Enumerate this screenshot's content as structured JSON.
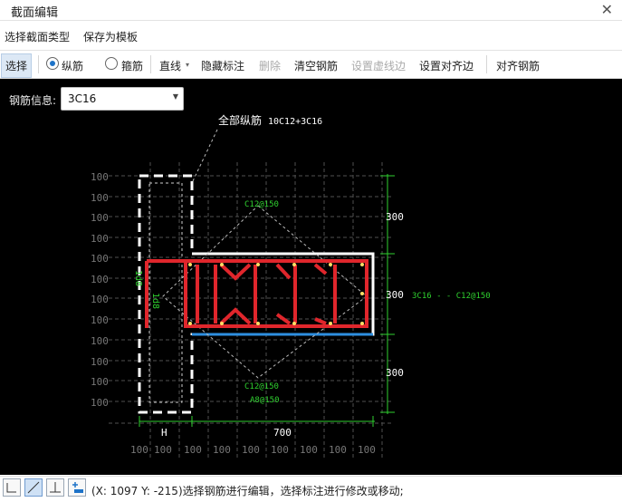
{
  "window": {
    "title": "截面编辑",
    "close_glyph": "✕"
  },
  "menu": {
    "select_section_type": "选择截面类型",
    "save_as_template": "保存为模板"
  },
  "toolbar": {
    "select": "选择",
    "radio_longitudinal": "纵筋",
    "radio_stirrup": "箍筋",
    "line_mode": "直线",
    "hide_annotation": "隐藏标注",
    "delete": "删除",
    "clear_rebar": "清空钢筋",
    "set_dashed_edge": "设置虚线边",
    "set_align_edge": "设置对齐边",
    "align_rebar": "对齐钢筋",
    "selected_radio": "纵筋"
  },
  "rebar_info": {
    "label": "钢筋信息:",
    "value": "3C16"
  },
  "drawing": {
    "all_longitudinal_label": "全部纵筋",
    "all_longitudinal_value": "10C12+3C16",
    "grid_label": "100",
    "dim_right_top": "300",
    "dim_right_mid": "300",
    "dim_right_bottom": "300",
    "dim_bottom_left": "H",
    "dim_bottom_right": "700",
    "anno_top_stirrup": "C12@150",
    "anno_side": "3C16 - - C12@150",
    "anno_bottom_stirrup": "C12@150",
    "anno_bottom_a": "A8@150",
    "anno_vert_a": "1d8",
    "anno_vert_b": "1d8",
    "colors": {
      "rebar": "#e0262c",
      "annotation": "#2fd02f",
      "outline": "#ffffff",
      "bottom_edge": "#2e8fe0",
      "grid": "#5a5a5a"
    }
  },
  "status": {
    "text": "(X: 1097 Y: -215)选择钢筋进行编辑，选择标注进行修改或移动;"
  },
  "statusbar_icons": [
    "corner-tool-icon",
    "line-tool-icon",
    "ortho-tool-icon",
    "add-tool-icon"
  ]
}
